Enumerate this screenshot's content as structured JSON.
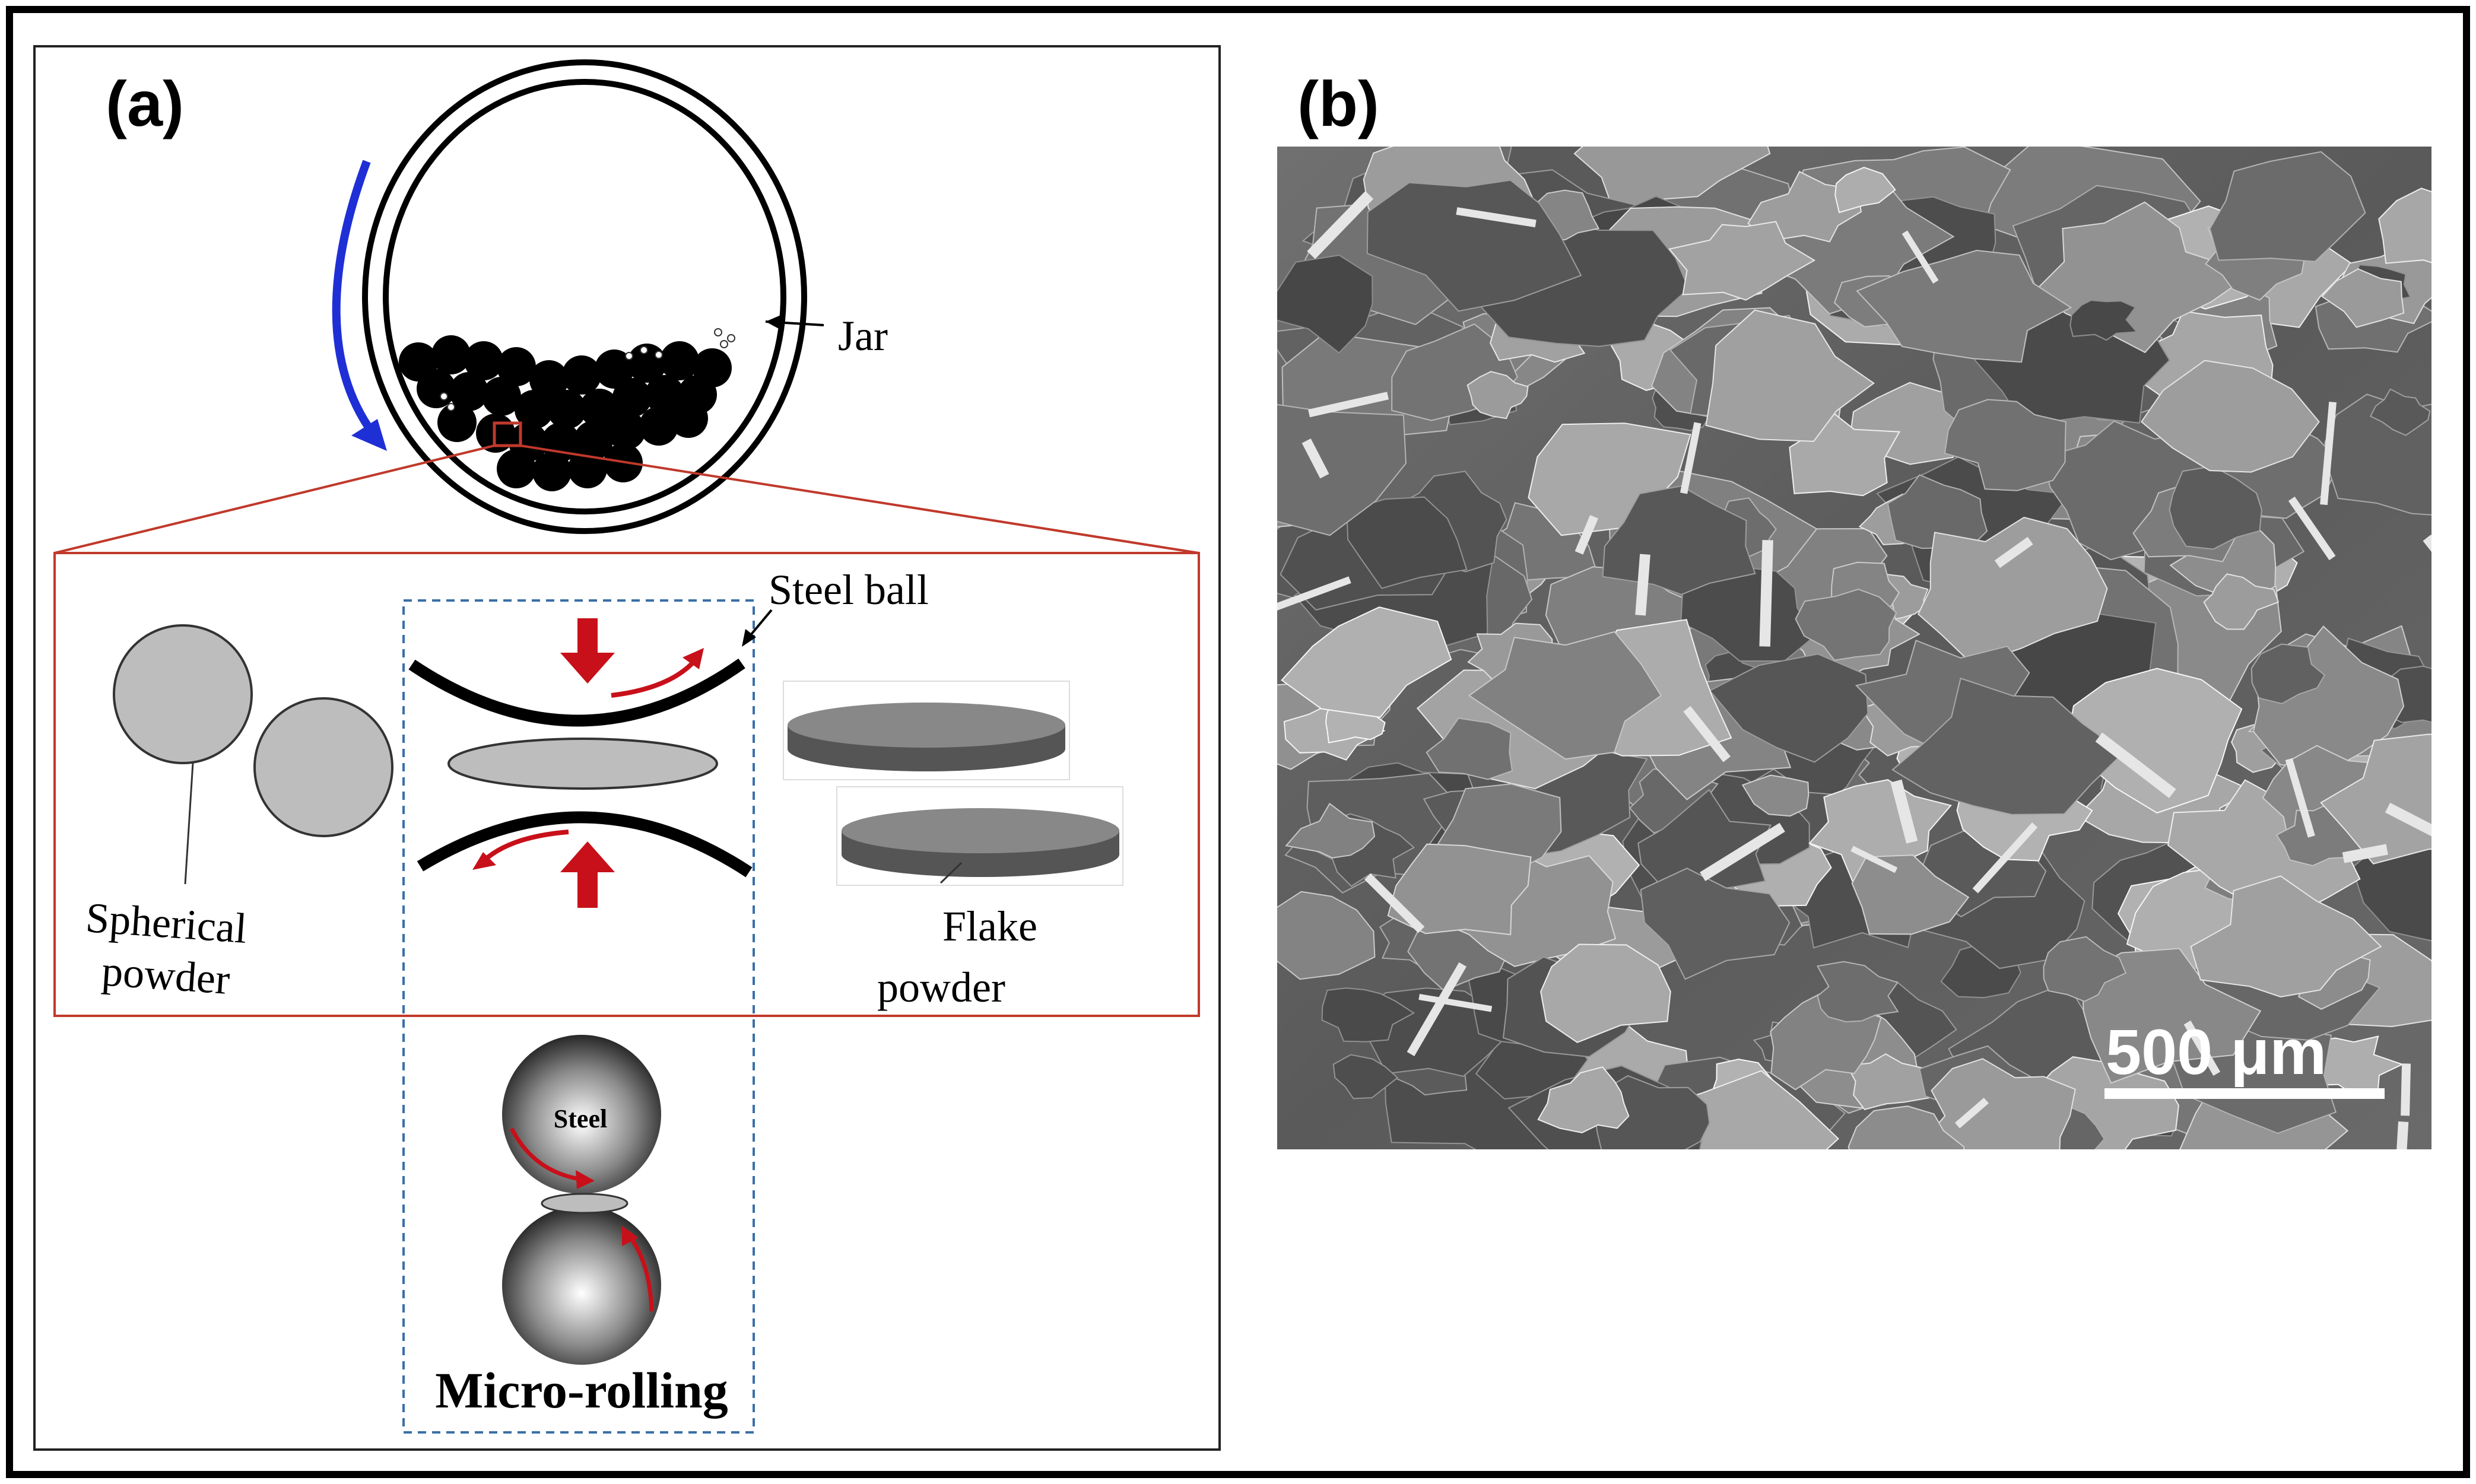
{
  "panel_a": {
    "label": "(a)",
    "jar_label": "Jar",
    "steel_ball_label": "Steel ball",
    "spherical_powder_label": [
      "Spherical",
      "powder"
    ],
    "flake_powder_label": [
      "Flake",
      "powder"
    ],
    "steel_label": "Steel",
    "micro_rolling_label": "Micro-rolling"
  },
  "panel_b": {
    "label": "(b)",
    "scale_bar_label": "500 μm"
  },
  "colors": {
    "rotation_arrow": "#1f2fd6",
    "force_arrow": "#c8101a",
    "zoom_lines": "#c0392b",
    "powder_fill": "#bdbdbd",
    "flake_top": "#888888",
    "flake_side": "#555555",
    "sem_background": "#5f5f5f"
  }
}
